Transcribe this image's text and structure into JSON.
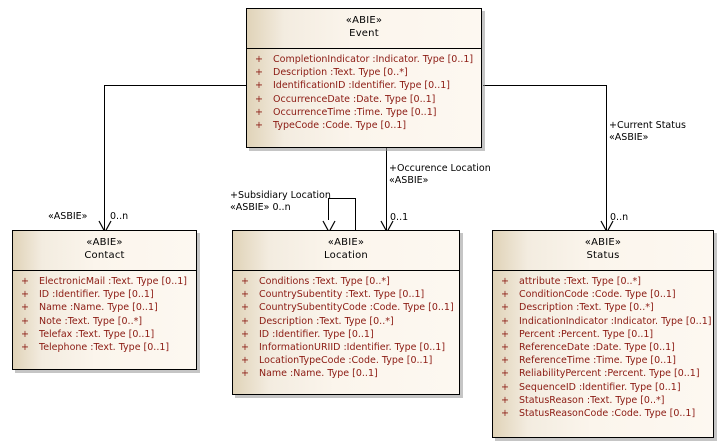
{
  "diagram": {
    "title": "UML Class Diagram",
    "colors": {
      "box_fill_light": "#fdf8f1",
      "box_fill_tan": "#e0d3b8",
      "border": "#000000",
      "attribute_text": "#8b1a12",
      "label_text": "#000000",
      "canvas": "#ffffff"
    }
  },
  "classes": [
    {
      "id": "event",
      "stereotype": "«ABIE»",
      "name": "Event",
      "attributes": [
        {
          "visibility": "+",
          "text": "CompletionIndicator  :Indicator. Type [0..1]"
        },
        {
          "visibility": "+",
          "text": "Description  :Text. Type [0..*]"
        },
        {
          "visibility": "+",
          "text": "IdentificationID  :Identifier. Type [0..1]"
        },
        {
          "visibility": "+",
          "text": "OccurrenceDate  :Date. Type [0..1]"
        },
        {
          "visibility": "+",
          "text": "OccurrenceTime  :Time. Type [0..1]"
        },
        {
          "visibility": "+",
          "text": "TypeCode  :Code. Type [0..1]"
        }
      ]
    },
    {
      "id": "contact",
      "stereotype": "«ABIE»",
      "name": "Contact",
      "attributes": [
        {
          "visibility": "+",
          "text": "ElectronicMail  :Text. Type [0..1]"
        },
        {
          "visibility": "+",
          "text": "ID  :Identifier. Type [0..1]"
        },
        {
          "visibility": "+",
          "text": "Name  :Name. Type [0..1]"
        },
        {
          "visibility": "+",
          "text": "Note  :Text. Type [0..*]"
        },
        {
          "visibility": "+",
          "text": "Telefax  :Text. Type [0..1]"
        },
        {
          "visibility": "+",
          "text": "Telephone  :Text. Type [0..1]"
        }
      ]
    },
    {
      "id": "location",
      "stereotype": "«ABIE»",
      "name": "Location",
      "attributes": [
        {
          "visibility": "+",
          "text": "Conditions  :Text. Type [0..*]"
        },
        {
          "visibility": "+",
          "text": "CountrySubentity  :Text. Type [0..1]"
        },
        {
          "visibility": "+",
          "text": "CountrySubentityCode  :Code. Type [0..1]"
        },
        {
          "visibility": "+",
          "text": "Description  :Text. Type [0..*]"
        },
        {
          "visibility": "+",
          "text": "ID  :Identifier. Type [0..1]"
        },
        {
          "visibility": "+",
          "text": "InformationURIID  :Identifier. Type [0..1]"
        },
        {
          "visibility": "+",
          "text": "LocationTypeCode  :Code. Type [0..1]"
        },
        {
          "visibility": "+",
          "text": "Name  :Name. Type [0..1]"
        }
      ]
    },
    {
      "id": "status",
      "stereotype": "«ABIE»",
      "name": "Status",
      "attributes": [
        {
          "visibility": "+",
          "text": "attribute  :Text. Type [0..*]"
        },
        {
          "visibility": "+",
          "text": "ConditionCode  :Code. Type [0..1]"
        },
        {
          "visibility": "+",
          "text": "Description  :Text. Type [0..*]"
        },
        {
          "visibility": "+",
          "text": "IndicationIndicator  :Indicator. Type [0..1]"
        },
        {
          "visibility": "+",
          "text": "Percent  :Percent. Type [0..1]"
        },
        {
          "visibility": "+",
          "text": "ReferenceDate  :Date. Type [0..1]"
        },
        {
          "visibility": "+",
          "text": "ReferenceTime  :Time. Type [0..1]"
        },
        {
          "visibility": "+",
          "text": "ReliabilityPercent  :Percent. Type [0..1]"
        },
        {
          "visibility": "+",
          "text": "SequenceID  :Identifier. Type [0..1]"
        },
        {
          "visibility": "+",
          "text": "StatusReason  :Text. Type [0..*]"
        },
        {
          "visibility": "+",
          "text": "StatusReasonCode  :Code. Type [0..1]"
        }
      ]
    }
  ],
  "associations": [
    {
      "id": "event-contact",
      "from": "event",
      "to": "contact",
      "stereotype": "«ASBIE»",
      "role": "",
      "target_multiplicity": "0..n"
    },
    {
      "id": "event-location-occurrence",
      "from": "event",
      "to": "location",
      "role": "+Occurence Location",
      "stereotype": "«ASBIE»",
      "target_multiplicity": "0..1"
    },
    {
      "id": "location-location-subsidiary",
      "from": "location",
      "to": "location",
      "role": "+Subsidiary Location",
      "stereotype": "«ASBIE»",
      "target_multiplicity": "0..n"
    },
    {
      "id": "event-status-current",
      "from": "event",
      "to": "status",
      "role": "+Current Status",
      "stereotype": "«ASBIE»",
      "target_multiplicity": "0..n"
    }
  ],
  "labels": {
    "contact_stereotype_edge": "«ASBIE»",
    "contact_mult": "0..n",
    "occurrence_role": "+Occurence Location",
    "occurrence_stereotype": "«ASBIE»",
    "occurrence_mult": "0..1",
    "subsidiary_role": "+Subsidiary Location",
    "subsidiary_stereotype_mult": "«ASBIE» 0..n",
    "current_status_role": "+Current Status",
    "current_status_stereotype": "«ASBIE»",
    "status_mult": "0..n"
  }
}
